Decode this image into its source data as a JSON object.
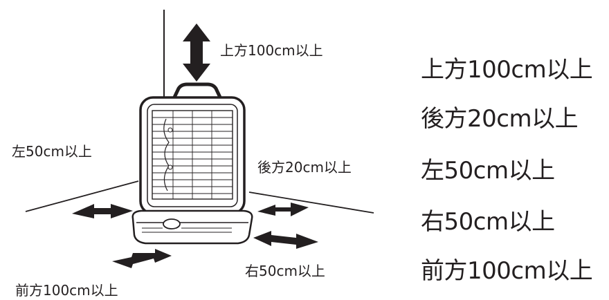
{
  "diagram": {
    "labels": {
      "top": "上方100cm以上",
      "back": "後方20cm以上",
      "left": "左50cm以上",
      "right": "右50cm以上",
      "front": "前方100cm以上"
    }
  },
  "clearance_list": [
    "上方100cm以上",
    "後方20cm以上",
    "左50cm以上",
    "右50cm以上",
    "前方100cm以上"
  ],
  "colors": {
    "ink": "#231f20",
    "background": "#ffffff",
    "panel": "#ffffff"
  }
}
